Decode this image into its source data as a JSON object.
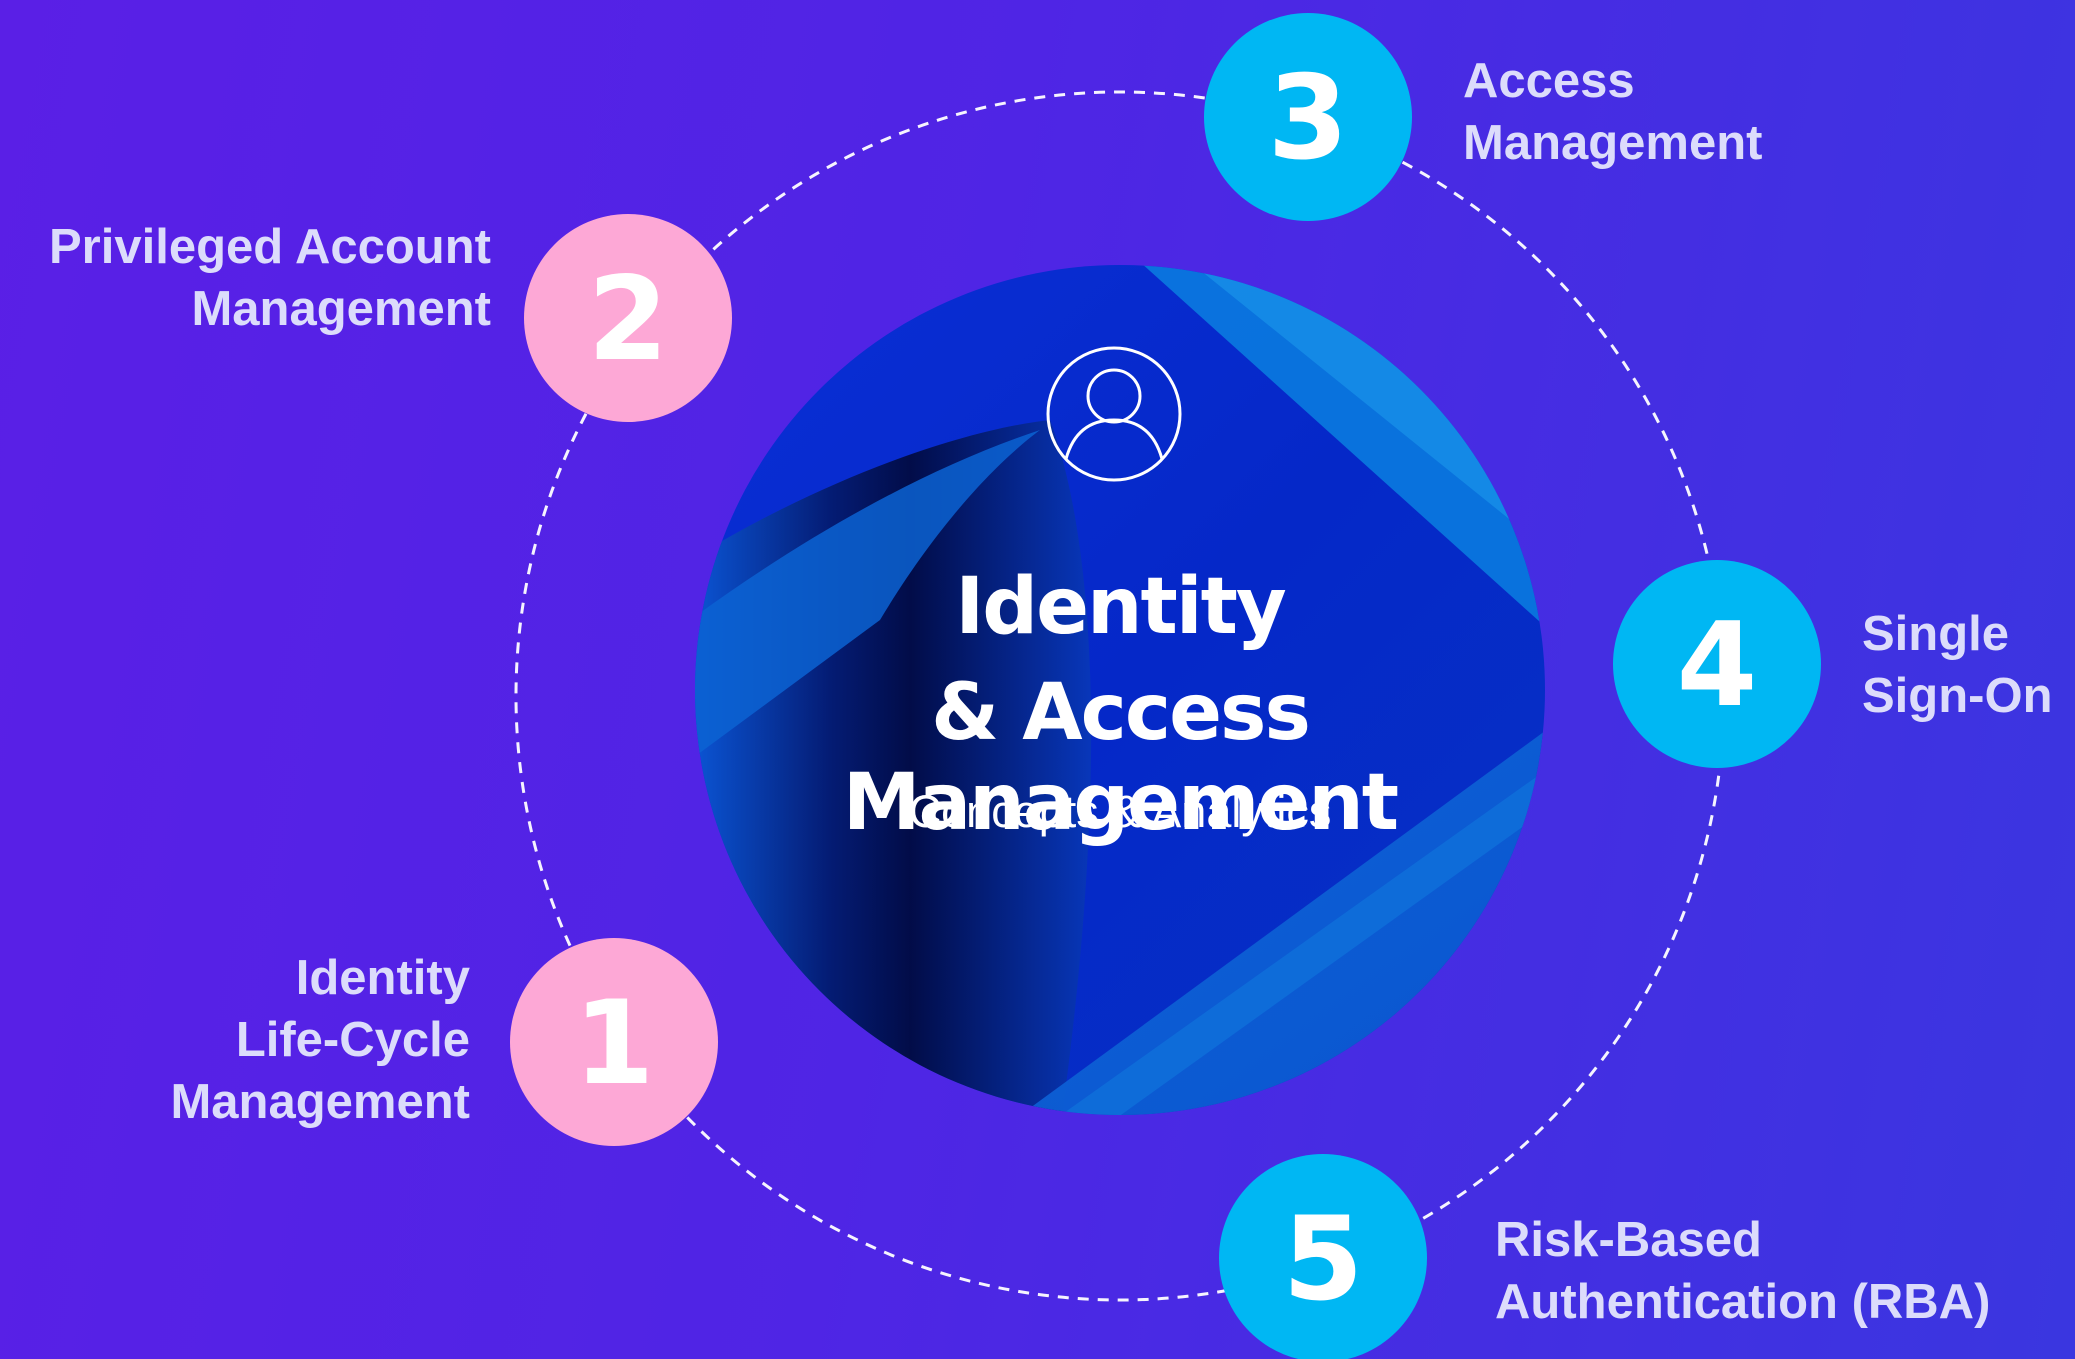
{
  "center": {
    "title_line1": "Identity",
    "title_line2": "& Access Management",
    "subtitle": "Concepts & Analytics",
    "icon": "user-profile-icon"
  },
  "items": [
    {
      "number": "1",
      "label_lines": [
        "Identity",
        "Life-Cycle",
        "Management"
      ],
      "color": "#fda8d6"
    },
    {
      "number": "2",
      "label_lines": [
        "Privileged Account",
        "Management"
      ],
      "color": "#fda8d6"
    },
    {
      "number": "3",
      "label_lines": [
        "Access",
        "Management"
      ],
      "color": "#00b7f3"
    },
    {
      "number": "4",
      "label_lines": [
        "Single",
        "Sign-On"
      ],
      "color": "#00b7f3"
    },
    {
      "number": "5",
      "label_lines": [
        "Risk-Based",
        "Authentication (RBA)"
      ],
      "color": "#00b7f3"
    }
  ],
  "colors": {
    "background_left": "#5a1fe6",
    "background_right": "#3a36e0",
    "label_text": "#dcdcfb",
    "dashed_ring": "#ffffff"
  }
}
